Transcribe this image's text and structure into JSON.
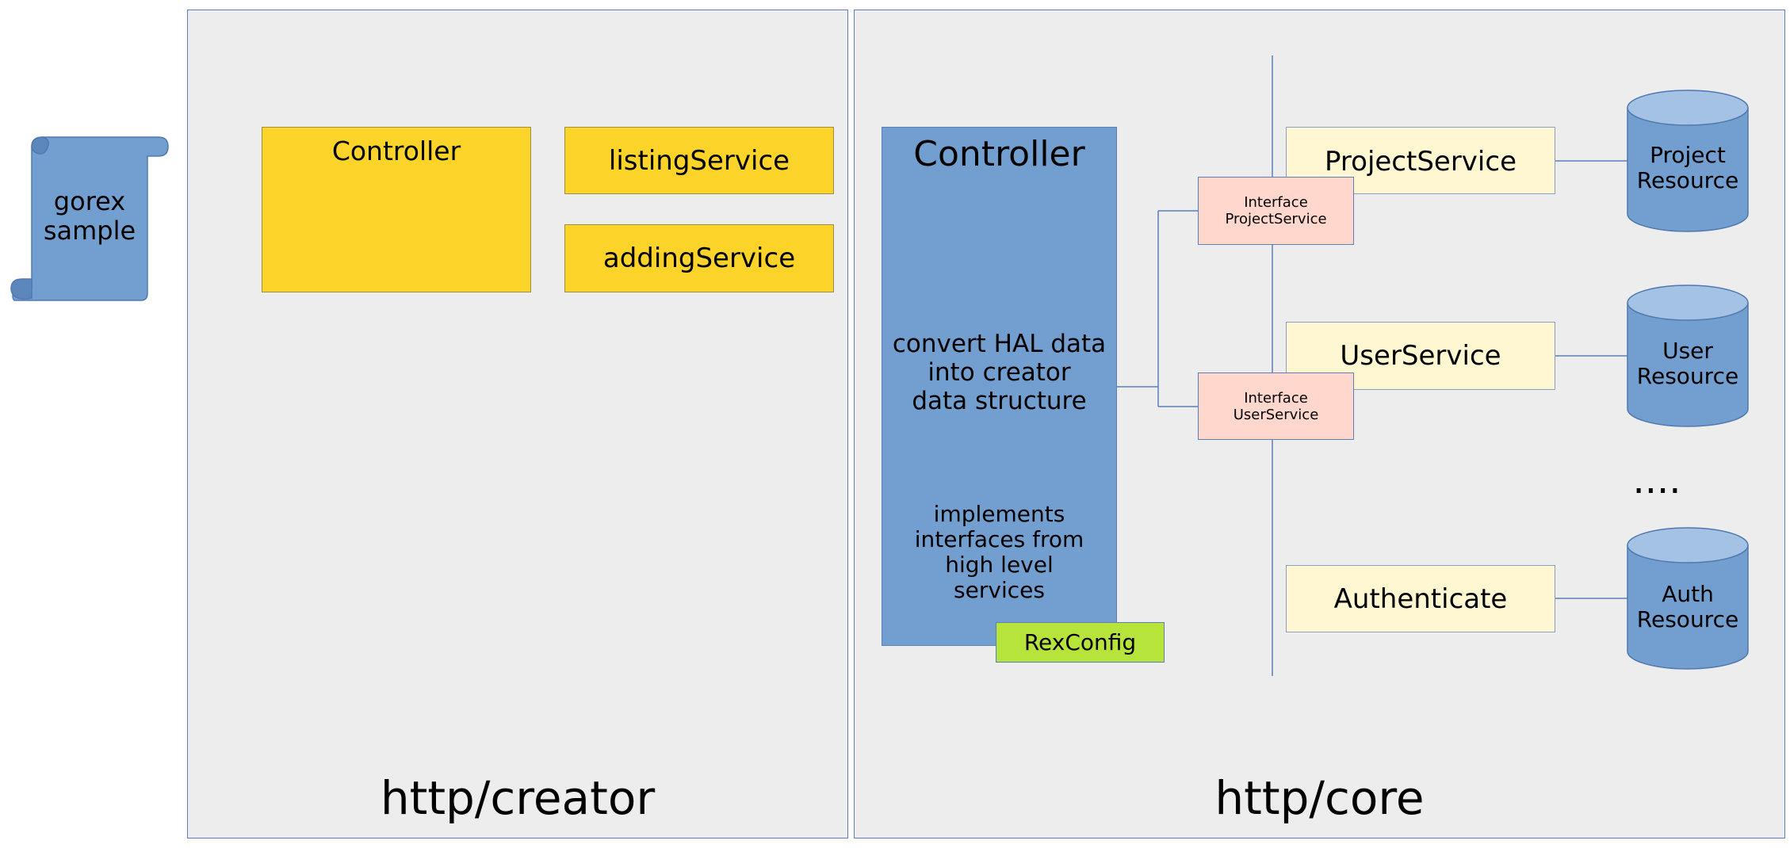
{
  "scroll_label": "gorex\nsample",
  "creator": {
    "title": "http/creator",
    "controller": "Controller",
    "listing": "listingService",
    "adding": "addingService"
  },
  "core": {
    "title": "http/core",
    "controller": "Controller",
    "convert": "convert HAL data\ninto creator\ndata structure",
    "implements": "implements\ninterfaces from\nhigh level\nservices",
    "rexconfig": "RexConfig",
    "iface_project": "Interface\nProjectService",
    "iface_user": "Interface\nUserService",
    "project_service": "ProjectService",
    "user_service": "UserService",
    "authenticate": "Authenticate",
    "project_resource": "Project\nResource",
    "user_resource": "User\nResource",
    "auth_resource": "Auth\nResource",
    "ellipsis": "...."
  },
  "colors": {
    "panel": "#ededed",
    "border": "#5b7fb6",
    "yellow": "#fcd329",
    "blue": "#729fcf",
    "cream": "#fff7d2",
    "pink": "#ffd7cc",
    "green": "#b6e43a"
  }
}
